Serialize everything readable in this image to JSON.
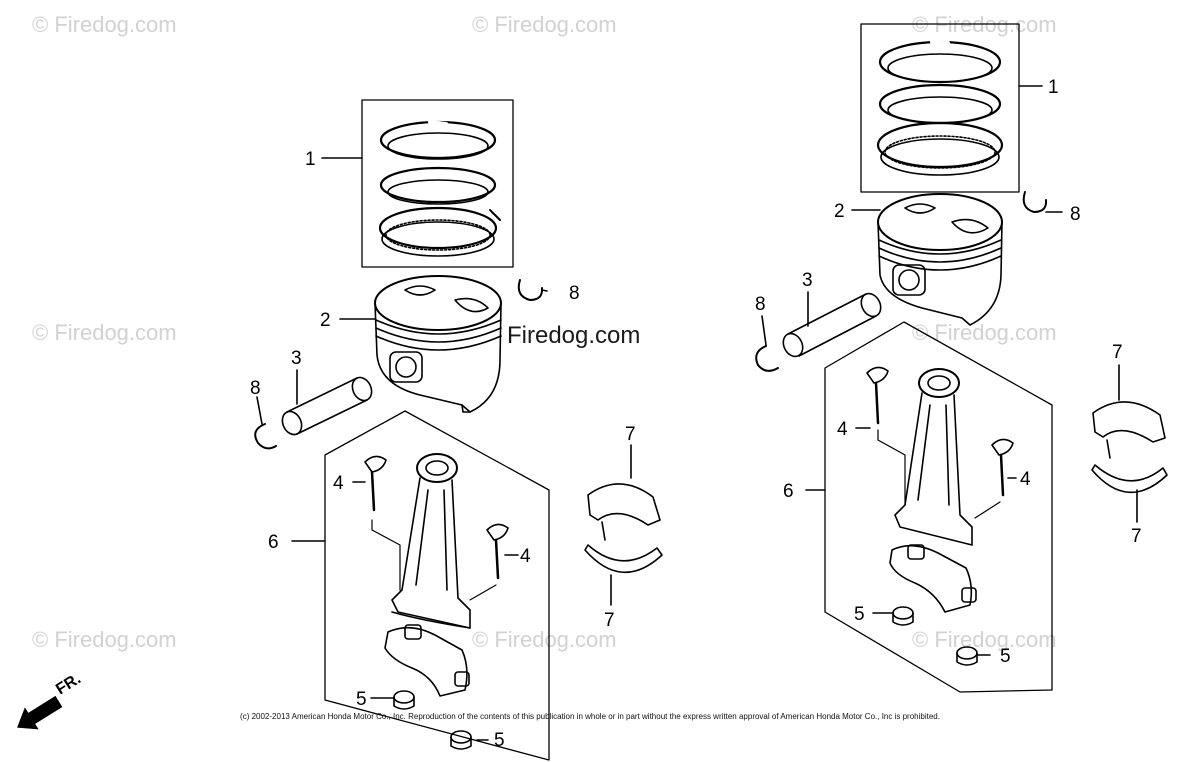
{
  "watermark": {
    "text": "© Firedog.com",
    "center_text": "Firedog.com"
  },
  "callouts": {
    "piston_ring_set": "1",
    "piston": "2",
    "piston_pin": "3",
    "rod_bolt": "4",
    "rod_nut": "5",
    "connecting_rod_assembly": "6",
    "rod_bearing": "7",
    "pin_clip": "8"
  },
  "direction": {
    "label": "FR."
  },
  "copyright": "(c) 2002-2013 American Honda Motor Co., Inc. Reproduction of the contents of this publication in whole or in part without the express written approval of American Honda Motor Co., Inc is prohibited."
}
